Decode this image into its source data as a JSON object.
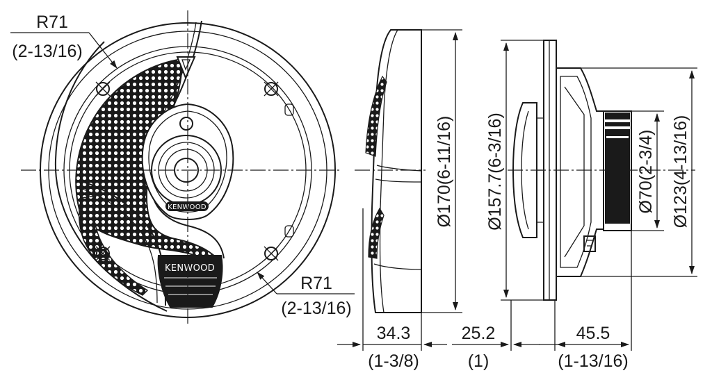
{
  "front_view": {
    "radius_top": {
      "value": "R71",
      "imperial": "(2-13/16)"
    },
    "radius_bottom": {
      "value": "R71",
      "imperial": "(2-13/16)"
    },
    "tweeter_brand": "KENWOOD",
    "grille_brand": "KENWOOD"
  },
  "side_view": {
    "grille_diameter": "Ø170(6-11/16)",
    "depth": {
      "value": "34.3",
      "imperial": "(1-3/8)"
    }
  },
  "profile_view": {
    "flange_diameter": "Ø157.7(6-3/16)",
    "magnet_diameter": "Ø70(2-3/4)",
    "basket_diameter": "Ø123(4-13/16)",
    "flange_offset": {
      "value": "25.2",
      "imperial": "(1)"
    },
    "mount_depth": {
      "value": "45.5",
      "imperial": "(1-13/16)"
    }
  }
}
